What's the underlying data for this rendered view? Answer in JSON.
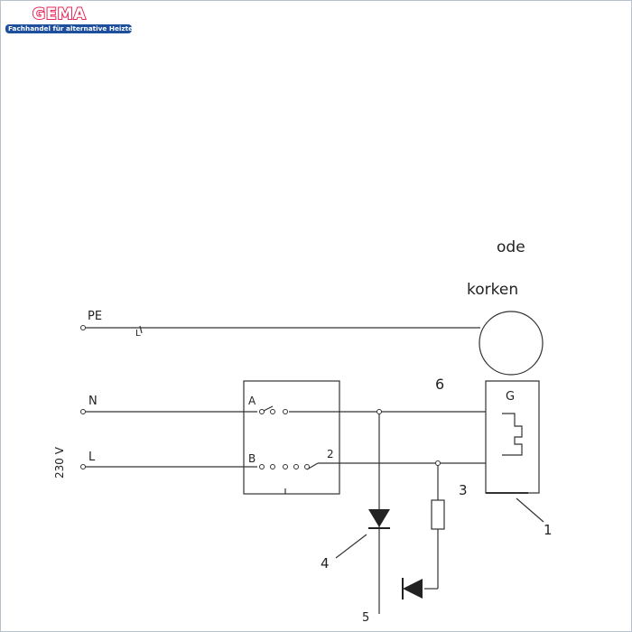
{
  "logo": {
    "wordmark": "GEMA",
    "tagline": "Fachhandel für alternative Heiztechnik",
    "colors": {
      "word": "#e4285a",
      "band": "#1d4f9c"
    }
  },
  "diagram": {
    "terminals": {
      "pe": "PE",
      "n": "N",
      "l": "L",
      "voltage": "230 V"
    },
    "switch_contacts": {
      "a": "A",
      "b": "B",
      "two": "2"
    },
    "component_labels": {
      "one": "1",
      "three": "3",
      "four": "4",
      "five": "5",
      "six": "6",
      "g": "G"
    },
    "annotations": {
      "top": "ode",
      "second": "korken",
      "pe_mark": "L"
    },
    "line_color": "#333333"
  }
}
